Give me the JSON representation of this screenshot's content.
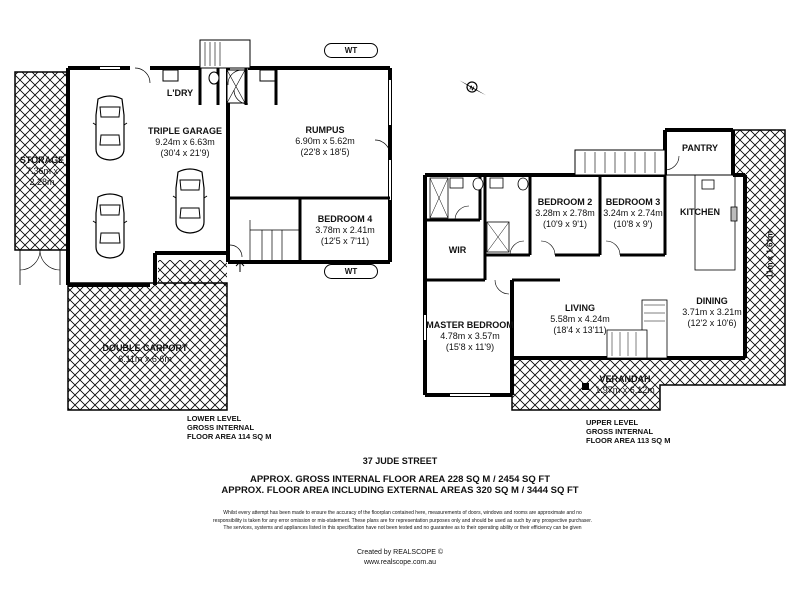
{
  "compass": {
    "icon": "north-arrow-icon"
  },
  "lower_level": {
    "rooms": [
      {
        "id": "storage",
        "name": "STORAGE",
        "dims": "7.36m x",
        "dims2": "2.28m"
      },
      {
        "id": "laundry",
        "name": "L'DRY"
      },
      {
        "id": "triple-garage",
        "name": "TRIPLE GARAGE",
        "dims": "9.24m x 6.63m",
        "imperial": "(30'4 x 21'9)"
      },
      {
        "id": "rumpus",
        "name": "RUMPUS",
        "dims": "6.90m x 5.62m",
        "imperial": "(22'8 x 18'5)"
      },
      {
        "id": "bedroom-4",
        "name": "BEDROOM 4",
        "dims": "3.78m x 2.41m",
        "imperial": "(12'5 x 7'11)"
      },
      {
        "id": "double-carport",
        "name": "DOUBLE CARPORT",
        "dims": "6.11m x 6.6m"
      }
    ],
    "water_tanks": [
      "WT",
      "WT"
    ],
    "area_label": [
      "LOWER LEVEL",
      "GROSS INTERNAL",
      "FLOOR AREA 114 SQ M"
    ]
  },
  "upper_level": {
    "rooms": [
      {
        "id": "pantry",
        "name": "PANTRY"
      },
      {
        "id": "bedroom-2",
        "name": "BEDROOM 2",
        "dims": "3.28m x 2.78m",
        "imperial": "(10'9 x 9'1)"
      },
      {
        "id": "bedroom-3",
        "name": "BEDROOM 3",
        "dims": "3.24m x 2.74m",
        "imperial": "(10'8 x 9')"
      },
      {
        "id": "kitchen",
        "name": "KITCHEN"
      },
      {
        "id": "wir",
        "name": "WIR"
      },
      {
        "id": "master-bedroom",
        "name": "MASTER BEDROOM",
        "dims": "4.78m x 3.57m",
        "imperial": "(15'8 x 11'9)"
      },
      {
        "id": "living",
        "name": "LIVING",
        "dims": "5.58m x 4.24m",
        "imperial": "(18'4 x 13'11)"
      },
      {
        "id": "dining",
        "name": "DINING",
        "dims": "3.71m x 3.21m",
        "imperial": "(12'2 x 10'6)"
      },
      {
        "id": "verandah",
        "name": "VERANDAH",
        "dims": "1.97m x 6.12m"
      }
    ],
    "side_deck_dims": "11m x 1.61m",
    "area_label": [
      "UPPER LEVEL",
      "GROSS INTERNAL",
      "FLOOR AREA 113 SQ M"
    ]
  },
  "footer": {
    "address": "37 JUDE STREET",
    "total_internal": "APPROX. GROSS INTERNAL FLOOR AREA 228 SQ M / 2454 SQ FT",
    "total_external": "APPROX. FLOOR AREA INCLUDING EXTERNAL AREAS 320 SQ M / 3444 SQ FT",
    "disclaimer": "Whilst every attempt has been made to ensure the accuracy of the floorplan contained here, measurements of doors, windows and rooms are approximate and no responsibility is taken for any error omission or mis-statement. These plans are for representation purposes only and should be used as such by any prospective purchaser. The services, systems and appliances listed in this specification have not been tested and no guarantee as to their operating ability or their efficiency can be given",
    "credit": "Created by REALSCOPE ©",
    "url": "www.realscope.com.au"
  }
}
